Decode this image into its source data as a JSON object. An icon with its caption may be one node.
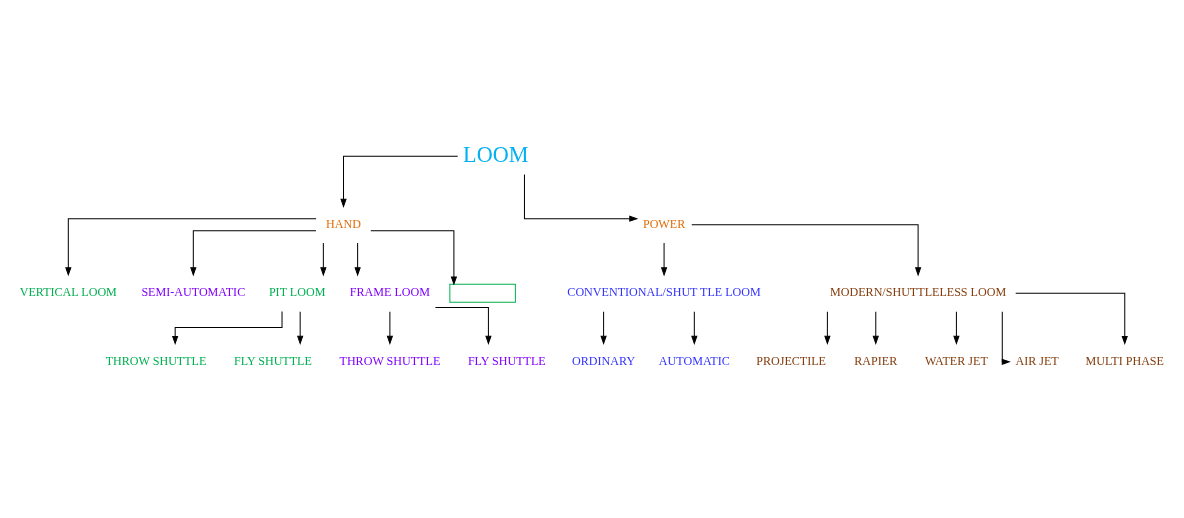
{
  "diagram": {
    "nodes": [
      {
        "text": [
          "LOOM"
        ]
      },
      {
        "text": [
          "HAND"
        ]
      },
      {
        "text": [
          "POWER"
        ]
      },
      {
        "text": [
          "VERTICAL LOOM"
        ]
      },
      {
        "text": [
          "SEMI-AUTOMATIC"
        ]
      },
      {
        "text": [
          "PIT LOOM"
        ]
      },
      {
        "text": [
          "FRAME LOOM"
        ]
      },
      {
        "text": [],
        "shape": "box"
      },
      {
        "text": [
          "THROW SHUTTLE"
        ]
      },
      {
        "text": [
          "FLY SHUTTLE"
        ]
      },
      {
        "text": [
          "THROW SHUTTLE"
        ]
      },
      {
        "text": [
          "FLY SHUTTLE"
        ]
      },
      {
        "text": [
          "CONVENTIONAL/SHUT TLE LOOM"
        ]
      },
      {
        "text": [
          "MODERN/SHUTTLELESS LOOM"
        ]
      },
      {
        "text": [
          "ORDINARY"
        ]
      },
      {
        "text": [
          "AUTOMATIC"
        ]
      },
      {
        "text": [
          "PROJECTILE"
        ]
      },
      {
        "text": [
          "RAPIER"
        ]
      },
      {
        "text": [
          "WATER JET"
        ]
      },
      {
        "text": [
          "AIR JET"
        ]
      },
      {
        "text": [
          "MULTI PHASE"
        ]
      }
    ],
    "edges": [
      {
        "from": 0,
        "to": 1,
        "arrow": "to"
      },
      {
        "from": 0,
        "to": 2,
        "arrow": "to"
      },
      {
        "from": 1,
        "to": 3,
        "arrow": "to"
      },
      {
        "from": 1,
        "to": 4,
        "arrow": "to"
      },
      {
        "from": 1,
        "to": 5,
        "arrow": "to"
      },
      {
        "from": 1,
        "to": 6,
        "arrow": "to"
      },
      {
        "from": 1,
        "to": 7,
        "arrow": "to"
      },
      {
        "from": 5,
        "to": 8,
        "arrow": "to"
      },
      {
        "from": 5,
        "to": 9,
        "arrow": "to"
      },
      {
        "from": 6,
        "to": 10,
        "arrow": "to"
      },
      {
        "from": 6,
        "to": 11,
        "arrow": "to"
      },
      {
        "from": 2,
        "to": 12,
        "arrow": "to"
      },
      {
        "from": 2,
        "to": 13,
        "arrow": "to"
      },
      {
        "from": 12,
        "to": 14,
        "arrow": "to"
      },
      {
        "from": 12,
        "to": 15,
        "arrow": "to"
      },
      {
        "from": 13,
        "to": 16,
        "arrow": "to"
      },
      {
        "from": 13,
        "to": 17,
        "arrow": "to"
      },
      {
        "from": 13,
        "to": 18,
        "arrow": "to"
      },
      {
        "from": 13,
        "to": 19,
        "arrow": "to"
      },
      {
        "from": 13,
        "to": 20,
        "arrow": "to"
      }
    ]
  }
}
